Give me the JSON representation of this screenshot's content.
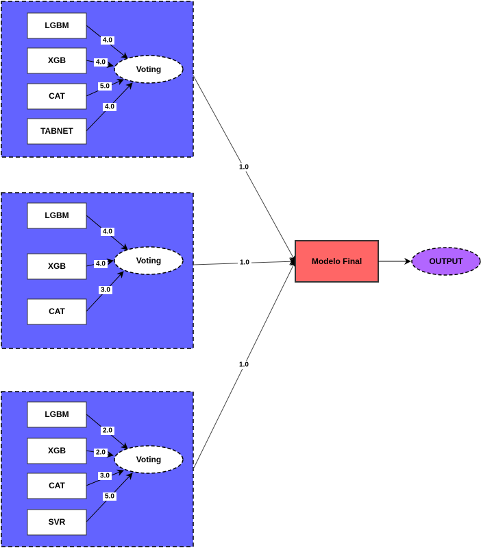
{
  "groups": [
    {
      "models": [
        "LGBM",
        "XGB",
        "CAT",
        "TABNET"
      ],
      "weights": [
        "4.0",
        "4.0",
        "5.0",
        "4.0"
      ],
      "voting_label": "Voting",
      "output_weight": "1.0"
    },
    {
      "models": [
        "LGBM",
        "XGB",
        "CAT"
      ],
      "weights": [
        "4.0",
        "4.0",
        "3.0"
      ],
      "voting_label": "Voting",
      "output_weight": "1.0"
    },
    {
      "models": [
        "LGBM",
        "XGB",
        "CAT",
        "SVR"
      ],
      "weights": [
        "2.0",
        "2.0",
        "3.0",
        "5.0"
      ],
      "voting_label": "Voting",
      "output_weight": "1.0"
    }
  ],
  "final_model": {
    "label": "Modelo Final"
  },
  "output": {
    "label": "OUTPUT"
  },
  "colors": {
    "group_fill": "#6363ff",
    "final_fill": "#ff6666",
    "output_fill": "#b266ff"
  }
}
